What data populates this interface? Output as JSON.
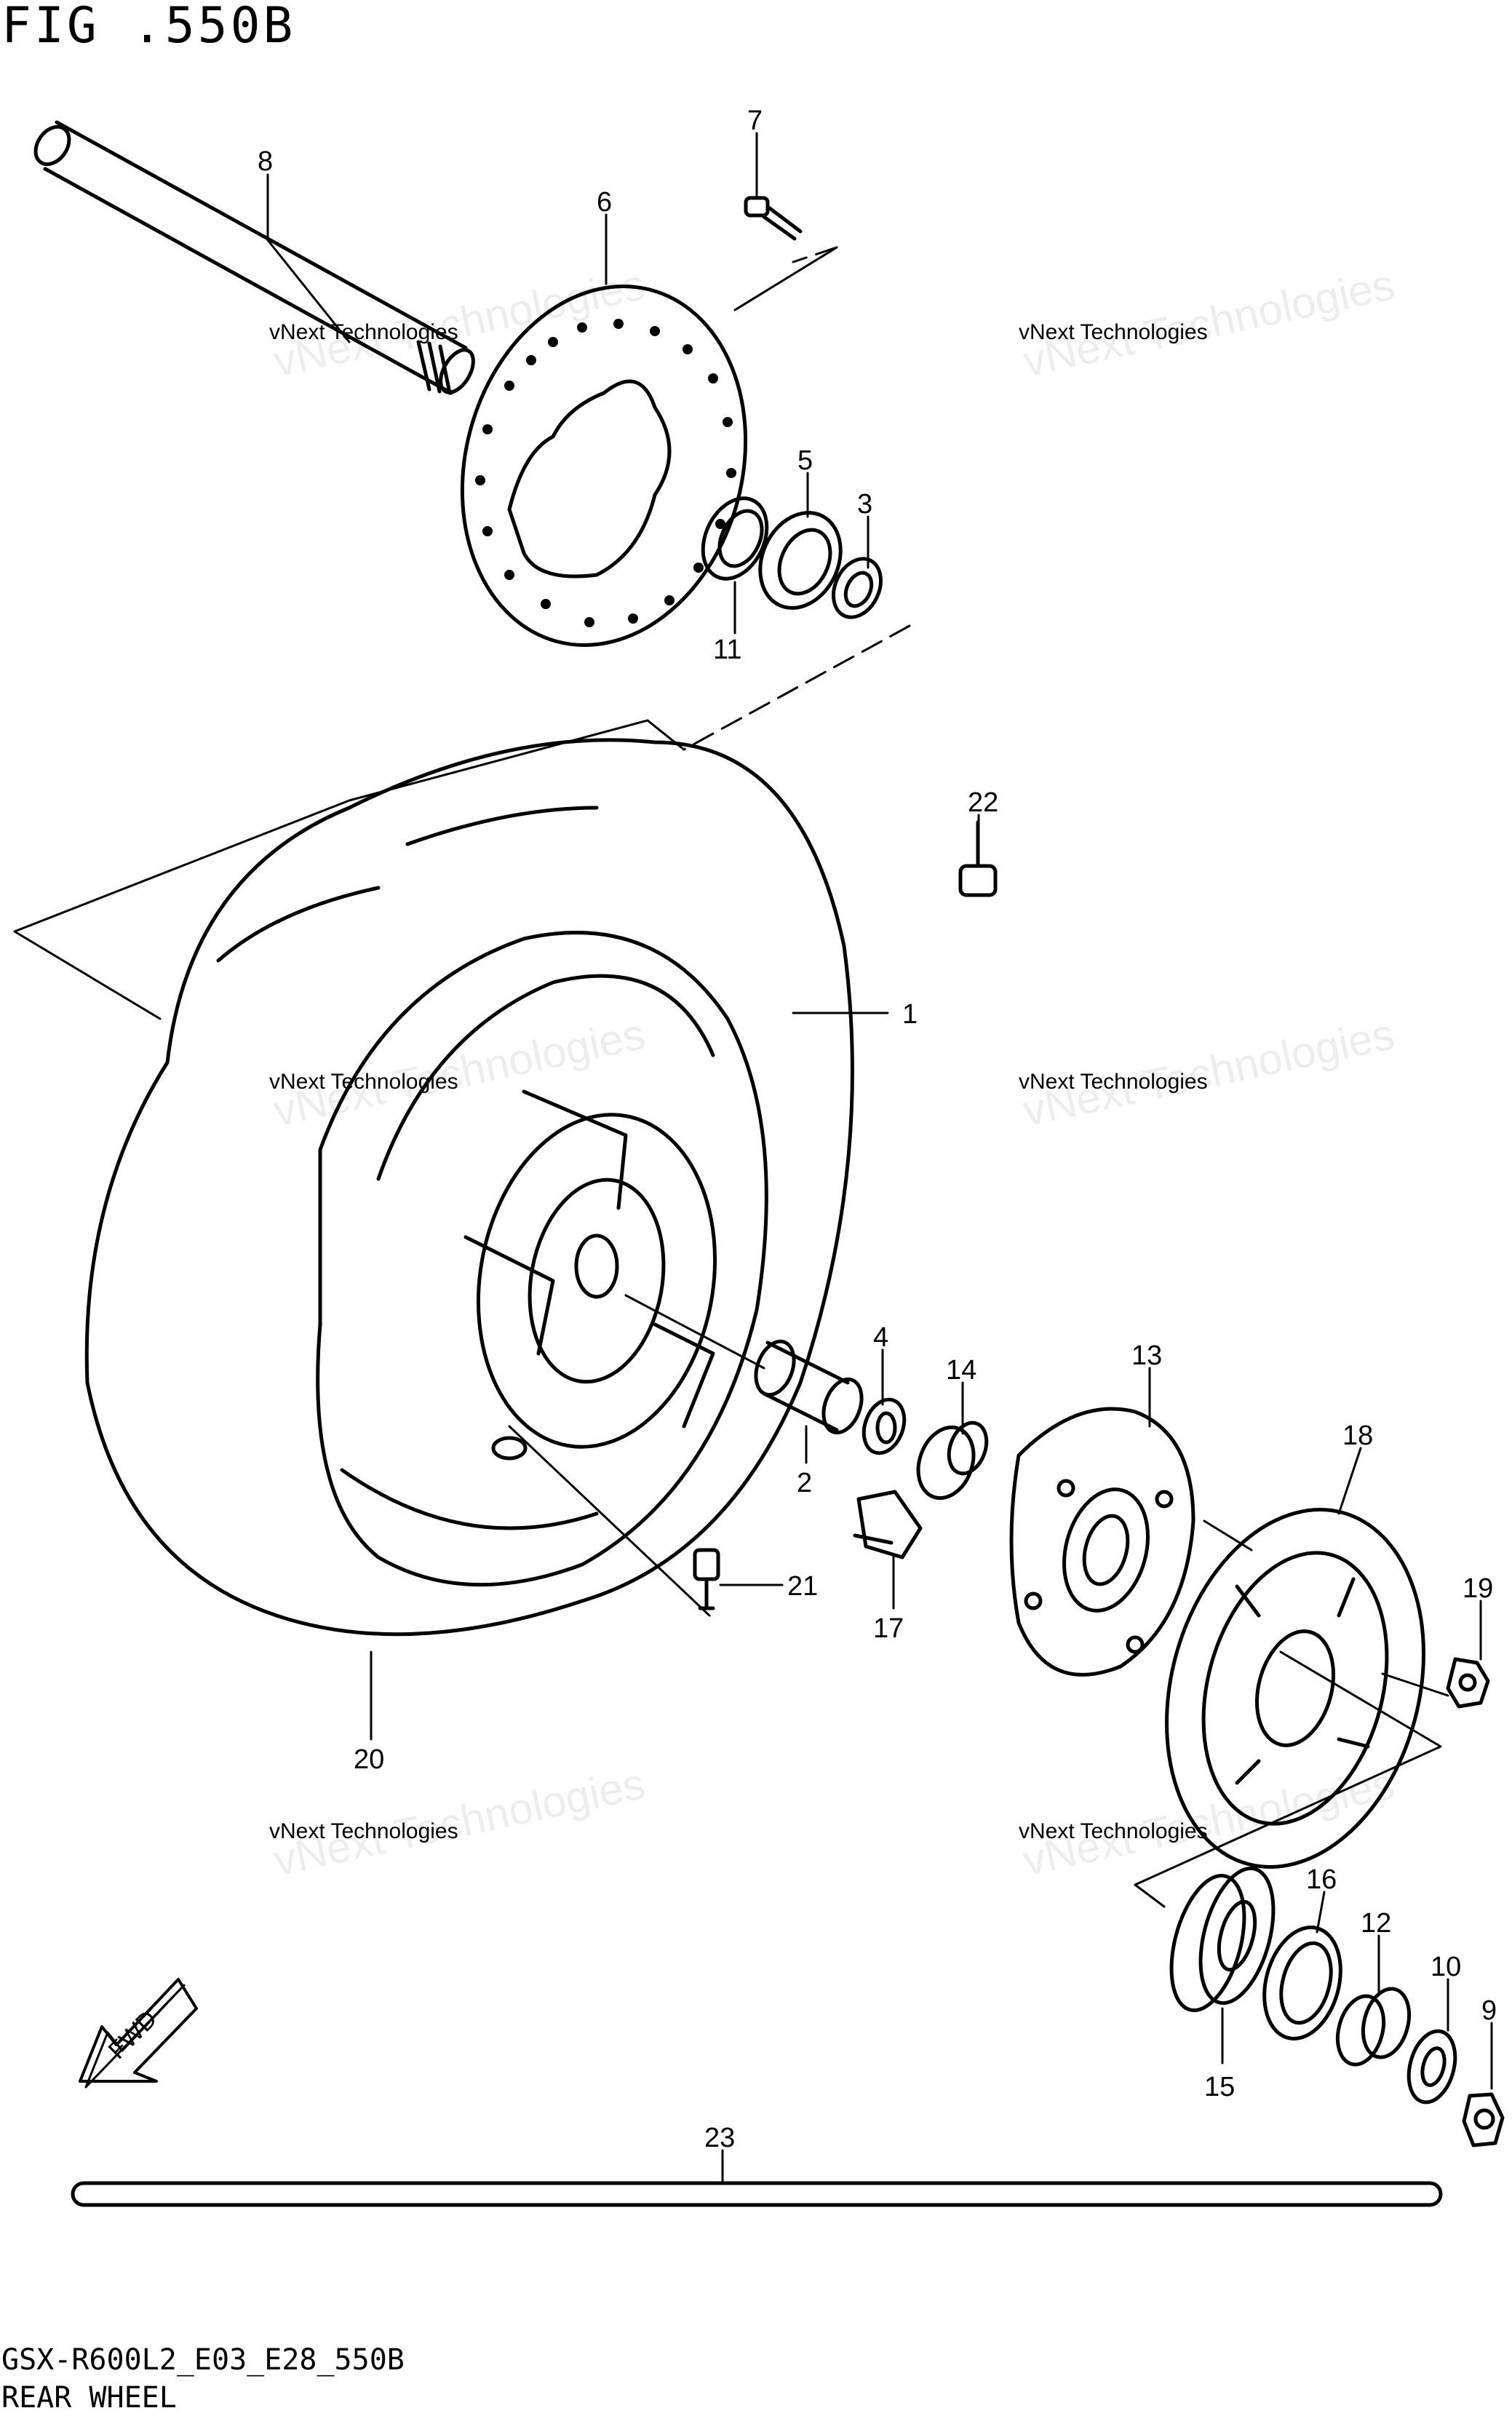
{
  "figure": {
    "title": "FIG .550B",
    "code": "GSX-R600L2_E03_E28_550B",
    "name": "REAR WHEEL"
  },
  "watermark": {
    "line1": "vNext Technologies",
    "line2": "vNext Technologies"
  },
  "fwd_label": "FWD",
  "callouts": [
    "1",
    "2",
    "3",
    "4",
    "5",
    "6",
    "7",
    "8",
    "9",
    "10",
    "11",
    "12",
    "13",
    "14",
    "15",
    "16",
    "17",
    "18",
    "19",
    "20",
    "21",
    "22",
    "23"
  ]
}
